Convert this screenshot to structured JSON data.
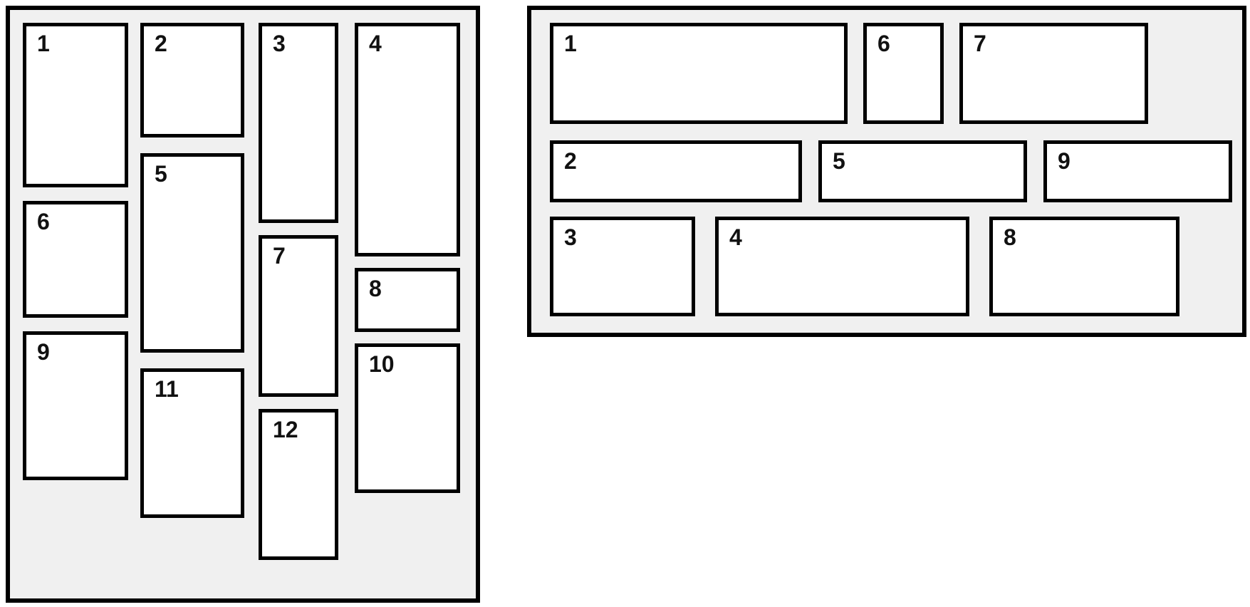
{
  "colors": {
    "canvas_bg": "#ffffff",
    "panel_bg": "#f0f0f0",
    "box_bg": "#ffffff",
    "border_color": "#000000",
    "text_color": "#111111"
  },
  "left_panel": {
    "columns": [
      {
        "boxes": [
          {
            "label": "1"
          },
          {
            "label": "6"
          },
          {
            "label": "9"
          }
        ]
      },
      {
        "boxes": [
          {
            "label": "2"
          },
          {
            "label": "5"
          },
          {
            "label": "11"
          }
        ]
      },
      {
        "boxes": [
          {
            "label": "3"
          },
          {
            "label": "7"
          },
          {
            "label": "12"
          }
        ]
      },
      {
        "boxes": [
          {
            "label": "4"
          },
          {
            "label": "8"
          },
          {
            "label": "10"
          }
        ]
      }
    ]
  },
  "right_panel": {
    "rows": [
      {
        "boxes": [
          {
            "label": "1"
          },
          {
            "label": "6"
          },
          {
            "label": "7"
          }
        ]
      },
      {
        "boxes": [
          {
            "label": "2"
          },
          {
            "label": "5"
          },
          {
            "label": "9"
          }
        ]
      },
      {
        "boxes": [
          {
            "label": "3"
          },
          {
            "label": "4"
          },
          {
            "label": "8"
          }
        ]
      }
    ]
  }
}
